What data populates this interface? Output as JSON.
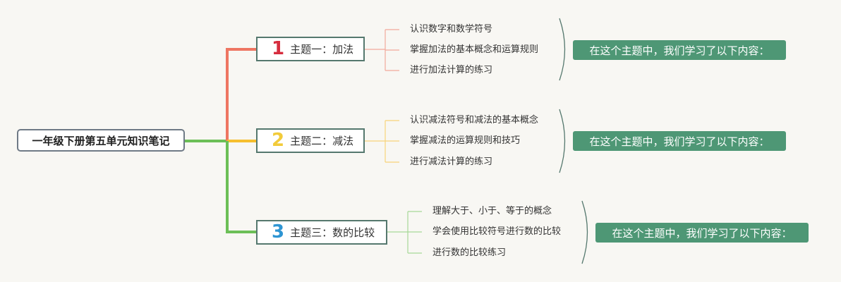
{
  "root": {
    "title": "一年级下册第五单元知识笔记"
  },
  "topics": [
    {
      "number": "1",
      "title": "主题一：加法",
      "number_color": "#d62d3e",
      "branch_color": "#ee7662",
      "items": [
        "认识数字和数学符号",
        "掌握加法的基本概念和运算规则",
        "进行加法计算的练习"
      ],
      "summary": "在这个主题中，我们学习了以下内容："
    },
    {
      "number": "2",
      "title": "主题二：减法",
      "number_color": "#f2cb3a",
      "branch_color": "#f6bf2e",
      "items": [
        "认识减法符号和减法的基本概念",
        "掌握减法的运算规则和技巧",
        "进行减法计算的练习"
      ],
      "summary": "在这个主题中，我们学习了以下内容："
    },
    {
      "number": "3",
      "title": "主题三：数的比较",
      "number_color": "#2e95d3",
      "branch_color": "#6cbf57",
      "items": [
        "理解大于、小于、等于的概念",
        "学会使用比较符号进行数的比较",
        "进行数的比较练习"
      ],
      "summary": "在这个主题中，我们学习了以下内容："
    }
  ],
  "colors": {
    "background": "#f8f7f3",
    "summary_fill": "#4e9775",
    "node_border": "#55786e",
    "root_border": "#6f7a86",
    "bracket": "#55786e"
  }
}
